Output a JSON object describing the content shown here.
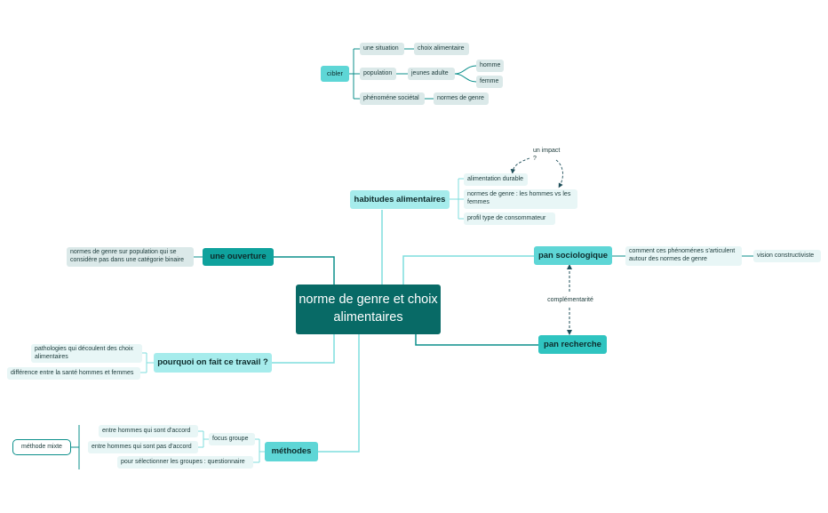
{
  "top_map": {
    "root": "cibler",
    "situation": "une situation",
    "choix": "choix alimentaire",
    "population": "population",
    "jeunes": "jeunes adulte",
    "homme": "homme",
    "femme": "femme",
    "phenomene": "phénoméne sociétal",
    "normes": "normes de genre"
  },
  "central": "norme de genre et choix alimentaires",
  "habitudes": {
    "label": "habitudes alimentaires",
    "children": [
      "alimentation durable",
      "normes de genre : les hommes vs les femmes",
      "profil type de consommateur"
    ],
    "impact_label": "un impact ?"
  },
  "ouverture": {
    "label": "une ouverture",
    "child": "normes de genre sur population qui se considère pas dans une catégorie binaire"
  },
  "pourquoi": {
    "label": "pourquoi on fait ce travail ?",
    "children": [
      "pathologies qui découlent des choix alimentaires",
      "différence entre la santé hommes et femmes"
    ]
  },
  "methodes": {
    "label": "méthodes",
    "focus": "focus groupe",
    "focus_children": [
      "entre hommes qui sont d'accord",
      "entre hommes qui sont pas d'accord"
    ],
    "questionnaire": "pour sélectionner les groupes : questionnaire",
    "mixte": "méthode mixte"
  },
  "socio": {
    "label": "pan sociologique",
    "child": "comment ces phénoménes s'articulent autour des normes de genre",
    "grandchild": "vision constructiviste"
  },
  "recherche": {
    "label": "pan recherche"
  },
  "complementarite": "complémentarité",
  "colors": {
    "central": "#086a66",
    "main": "#5ed6d6",
    "main_light": "#a6ecec",
    "main_dark": "#0b8f8b",
    "sub": "#dbe9e9",
    "line": "#0b8f8b",
    "line_light": "#7fdede"
  }
}
